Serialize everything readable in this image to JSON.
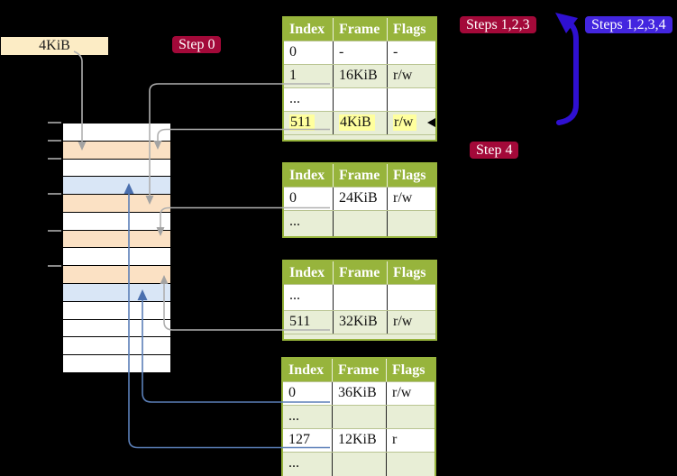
{
  "frame_label": "4KiB",
  "badges": {
    "step0": "Step 0",
    "steps123": "Steps 1,2,3",
    "steps1234": "Steps 1,2,3,4",
    "step4": "Step 4"
  },
  "colors": {
    "background": "#000000",
    "table_header_green": "#97b43c",
    "table_alt_row": "#e8eed6",
    "highlight_yellow": "#ffff9e",
    "badge_red": "#a30939",
    "badge_blue": "#4326df",
    "big_arrow_blue": "#2f10d1",
    "connector_gray": "#b0b0b0",
    "connector_blue": "#5b7fb8",
    "strip_peach": "#fbe1c4",
    "strip_blue": "#d9e6f6",
    "frame_label_bg": "#fcecc5"
  },
  "memory_strip": {
    "rows": [
      "white",
      "peach",
      "white",
      "blue",
      "peach",
      "white",
      "peach",
      "white",
      "peach",
      "blue",
      "white",
      "white",
      "white",
      "white"
    ]
  },
  "tables": [
    {
      "title": "page-table-1",
      "headers": [
        "Index",
        "Frame",
        "Flags"
      ],
      "rows": [
        {
          "cells": [
            "0",
            "-",
            "-"
          ]
        },
        {
          "cells": [
            "1",
            "16KiB",
            "r/w"
          ]
        },
        {
          "cells": [
            "...",
            "",
            ""
          ]
        },
        {
          "cells": [
            "511",
            "4KiB",
            "r/w"
          ]
        }
      ]
    },
    {
      "title": "page-table-2",
      "headers": [
        "Index",
        "Frame",
        "Flags"
      ],
      "rows": [
        {
          "cells": [
            "0",
            "24KiB",
            "r/w"
          ]
        },
        {
          "cells": [
            "...",
            "",
            ""
          ]
        }
      ]
    },
    {
      "title": "page-table-3",
      "headers": [
        "Index",
        "Frame",
        "Flags"
      ],
      "rows": [
        {
          "cells": [
            "...",
            "",
            ""
          ]
        },
        {
          "cells": [
            "511",
            "32KiB",
            "r/w"
          ]
        }
      ]
    },
    {
      "title": "page-table-4",
      "headers": [
        "Index",
        "Frame",
        "Flags"
      ],
      "rows": [
        {
          "cells": [
            "0",
            "36KiB",
            "r/w"
          ]
        },
        {
          "cells": [
            "...",
            "",
            ""
          ]
        },
        {
          "cells": [
            "127",
            "12KiB",
            "r"
          ]
        },
        {
          "cells": [
            "...",
            "",
            ""
          ]
        }
      ]
    }
  ]
}
